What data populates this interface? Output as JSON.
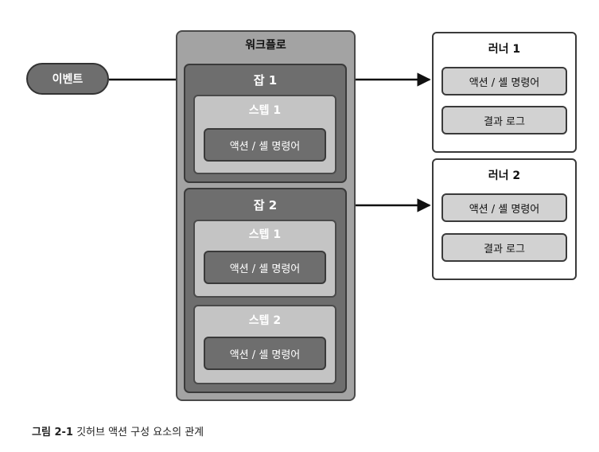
{
  "event": {
    "label": "이벤트"
  },
  "workflow": {
    "title": "워크플로",
    "jobs": [
      {
        "title": "잡 1",
        "steps": [
          {
            "title": "스텝 1",
            "action": "액션 / 셸 명령어"
          }
        ]
      },
      {
        "title": "잡 2",
        "steps": [
          {
            "title": "스텝 1",
            "action": "액션 / 셸 명령어"
          },
          {
            "title": "스텝 2",
            "action": "액션 / 셸 명령어"
          }
        ]
      }
    ]
  },
  "runners": [
    {
      "title": "러너 1",
      "action": "액션 / 셸 명령어",
      "log": "결과 로그"
    },
    {
      "title": "러너 2",
      "action": "액션 / 셸 명령어",
      "log": "결과 로그"
    }
  ],
  "caption": {
    "number": "그림 2-1",
    "text": "깃허브 액션 구성 요소의 관계"
  }
}
